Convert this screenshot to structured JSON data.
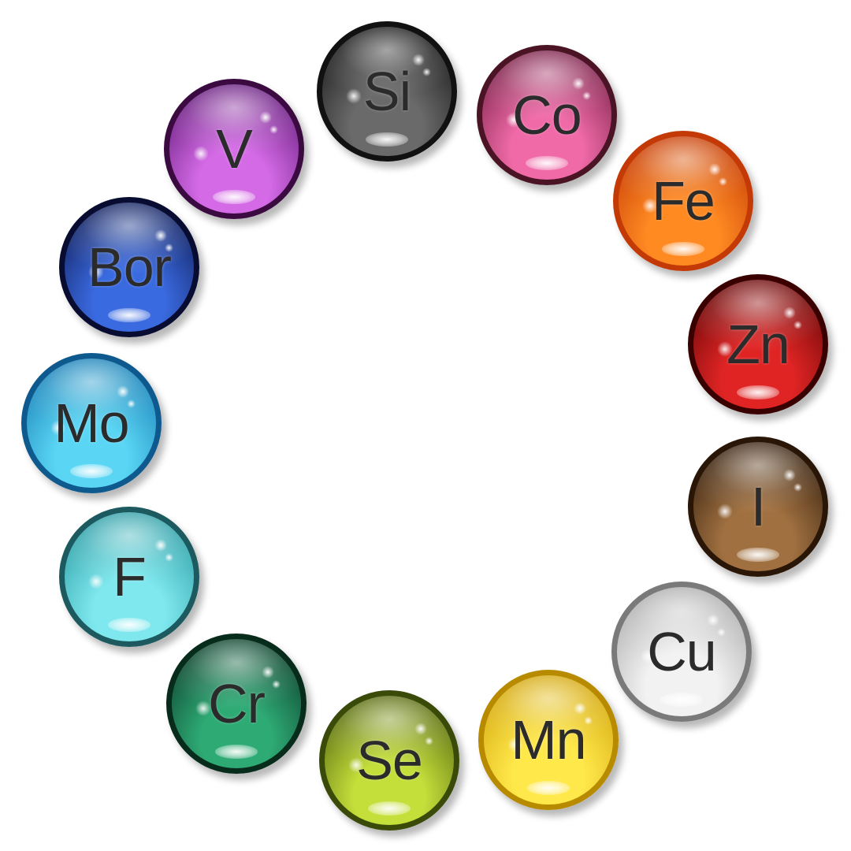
{
  "elements": [
    {
      "symbol": "Si",
      "key": "si",
      "base": "#6a6a6a",
      "dark": "#050505",
      "rim": "#111111"
    },
    {
      "symbol": "Co",
      "key": "co",
      "base": "#f06aa8",
      "dark": "#5a0f30",
      "rim": "#4a1424"
    },
    {
      "symbol": "Fe",
      "key": "fe",
      "base": "#ff8a22",
      "dark": "#b82a00",
      "rim": "#c33a06"
    },
    {
      "symbol": "Zn",
      "key": "zn",
      "base": "#e02424",
      "dark": "#4a0000",
      "rim": "#3a0000"
    },
    {
      "symbol": "I",
      "key": "i",
      "base": "#a07040",
      "dark": "#1c0e04",
      "rim": "#2a1606"
    },
    {
      "symbol": "Cu",
      "key": "cu",
      "base": "#f2f2f2",
      "dark": "#9a9a9a",
      "rim": "#7a7a7a"
    },
    {
      "symbol": "Mn",
      "key": "mn",
      "base": "#ffe84a",
      "dark": "#c89600",
      "rim": "#b88a00"
    },
    {
      "symbol": "Se",
      "key": "se",
      "base": "#c4de3a",
      "dark": "#3a4a06",
      "rim": "#3a4a08"
    },
    {
      "symbol": "Cr",
      "key": "cr",
      "base": "#2eaa74",
      "dark": "#04241a",
      "rim": "#082c1c"
    },
    {
      "symbol": "F",
      "key": "f",
      "base": "#7ee8ee",
      "dark": "#1a8a92",
      "rim": "#1c5a60"
    },
    {
      "symbol": "Mo",
      "key": "mo",
      "base": "#5ad6f4",
      "dark": "#0a6aa8",
      "rim": "#0e5a8e"
    },
    {
      "symbol": "Bor",
      "key": "bor",
      "base": "#3a6ae0",
      "dark": "#060c3a",
      "rim": "#080c30"
    },
    {
      "symbol": "V",
      "key": "v",
      "base": "#d46ae6",
      "dark": "#4a0a62",
      "rim": "#3a0a40"
    }
  ]
}
